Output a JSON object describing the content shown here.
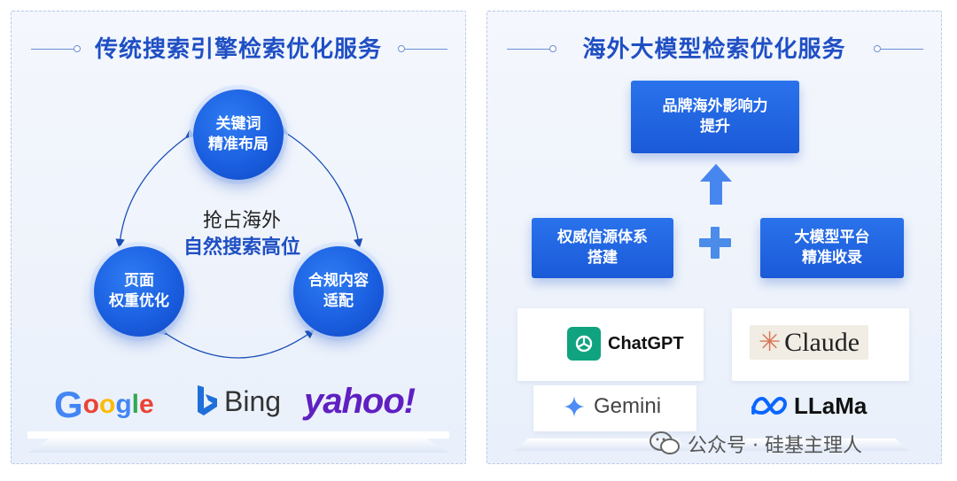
{
  "left": {
    "title": "传统搜索引擎检索优化服务",
    "nodes": {
      "top": [
        "关键词",
        "精准布局"
      ],
      "left": [
        "页面",
        "权重优化"
      ],
      "right": [
        "合规内容",
        "适配"
      ]
    },
    "center": [
      "抢占海外",
      "自然搜索高位"
    ],
    "logos": {
      "google": [
        "G",
        "o",
        "o",
        "g",
        "l",
        "e"
      ],
      "bing": "Bing",
      "yahoo": "yahoo!"
    }
  },
  "right": {
    "title": "海外大模型检索优化服务",
    "top_box": [
      "品牌海外影响力",
      "提升"
    ],
    "left_box": [
      "权威信源体系",
      "搭建"
    ],
    "right_box": [
      "大模型平台",
      "精准收录"
    ],
    "plus": "+",
    "logos": {
      "chatgpt": "ChatGPT",
      "claude": "Claude",
      "gemini": "Gemini",
      "llama": "LLaMa"
    }
  },
  "watermark": "公众号 · 硅基主理人",
  "colors": {
    "accent": "#1f4fc4",
    "node_blue": "#1a5fe0",
    "google": [
      "#4285F4",
      "#EA4335",
      "#FBBC05",
      "#4285F4",
      "#34A853",
      "#EA4335"
    ],
    "yahoo": "#5f1fc1",
    "bing": "#1e6fd9",
    "chatgpt": "#10a37f",
    "claude": "#d97757",
    "llama": "#0a66ff"
  }
}
